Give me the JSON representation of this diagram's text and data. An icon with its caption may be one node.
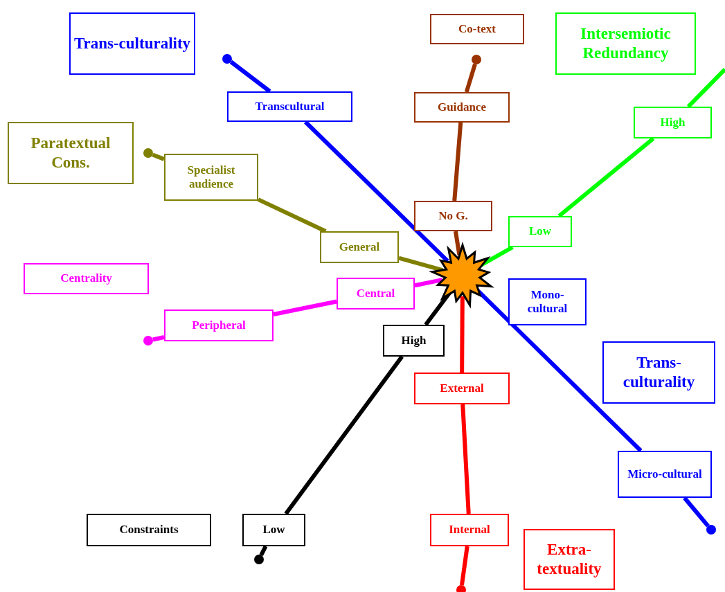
{
  "diagram": {
    "nodes": [
      {
        "text": [
          "Trans-culturality"
        ]
      },
      {
        "text": [
          "Co-text"
        ]
      },
      {
        "text": [
          "Intersemiotic Redundancy"
        ]
      },
      {
        "text": [],
        "shape": "circle"
      },
      {
        "text": [],
        "shape": "circle"
      },
      {
        "text": [
          "Transcultural"
        ]
      },
      {
        "text": [
          "Guidance"
        ]
      },
      {
        "text": [
          "High"
        ]
      },
      {
        "text": [
          "Paratextual Cons."
        ]
      },
      {
        "text": [],
        "shape": "circle"
      },
      {
        "text": [
          "Specialist audience"
        ]
      },
      {
        "text": [
          "No G."
        ]
      },
      {
        "text": [
          "Low"
        ]
      },
      {
        "text": [
          "General"
        ]
      },
      {
        "text": [],
        "shape": "star"
      },
      {
        "text": [
          "Centrality"
        ]
      },
      {
        "text": [
          "Central"
        ]
      },
      {
        "text": [
          "Mono-cultural"
        ]
      },
      {
        "text": [
          "Peripheral"
        ]
      },
      {
        "text": [],
        "shape": "circle"
      },
      {
        "text": [
          "High"
        ]
      },
      {
        "text": [
          "Trans-culturality"
        ]
      },
      {
        "text": [
          "External"
        ]
      },
      {
        "text": [
          "Micro-cultural"
        ]
      },
      {
        "text": [
          "Constraints"
        ]
      },
      {
        "text": [
          "Low"
        ]
      },
      {
        "text": [
          "Internal"
        ]
      },
      {
        "text": [
          "Extra-textuality"
        ]
      },
      {
        "text": [],
        "shape": "circle"
      },
      {
        "text": [],
        "shape": "circle"
      },
      {
        "text": [],
        "shape": "circle"
      }
    ],
    "edges": [
      {
        "from": 3,
        "to": 5,
        "arrow": "none",
        "color": "#0000ff"
      },
      {
        "from": 5,
        "to": 14,
        "arrow": "none",
        "color": "#0000ff"
      },
      {
        "from": 14,
        "to": 23,
        "arrow": "none",
        "color": "#0000ff"
      },
      {
        "from": 23,
        "to": 29,
        "arrow": "none",
        "color": "#0000ff"
      },
      {
        "from": 4,
        "to": 6,
        "arrow": "none",
        "color": "#993300"
      },
      {
        "from": 6,
        "to": 11,
        "arrow": "none",
        "color": "#993300"
      },
      {
        "from": 11,
        "to": 14,
        "arrow": "none",
        "color": "#993300"
      },
      {
        "from": null,
        "to": 7,
        "arrow": "none",
        "color": "#00ff00"
      },
      {
        "from": 7,
        "to": 12,
        "arrow": "none",
        "color": "#00ff00"
      },
      {
        "from": 12,
        "to": 14,
        "arrow": "none",
        "color": "#00ff00"
      },
      {
        "from": 9,
        "to": 10,
        "arrow": "none",
        "color": "#808000"
      },
      {
        "from": 10,
        "to": 13,
        "arrow": "none",
        "color": "#808000"
      },
      {
        "from": 13,
        "to": 14,
        "arrow": "none",
        "color": "#808000"
      },
      {
        "from": 19,
        "to": 18,
        "arrow": "none",
        "color": "#ff00ff"
      },
      {
        "from": 18,
        "to": 16,
        "arrow": "none",
        "color": "#ff00ff"
      },
      {
        "from": 16,
        "to": 14,
        "arrow": "none",
        "color": "#ff00ff"
      },
      {
        "from": 28,
        "to": 25,
        "arrow": "none",
        "color": "#000000"
      },
      {
        "from": 25,
        "to": 20,
        "arrow": "none",
        "color": "#000000"
      },
      {
        "from": 20,
        "to": 14,
        "arrow": "none",
        "color": "#000000"
      },
      {
        "from": 14,
        "to": 22,
        "arrow": "none",
        "color": "#ff0000"
      },
      {
        "from": 22,
        "to": 26,
        "arrow": "none",
        "color": "#ff0000"
      },
      {
        "from": 26,
        "to": 30,
        "arrow": "none",
        "color": "#ff0000"
      }
    ]
  }
}
